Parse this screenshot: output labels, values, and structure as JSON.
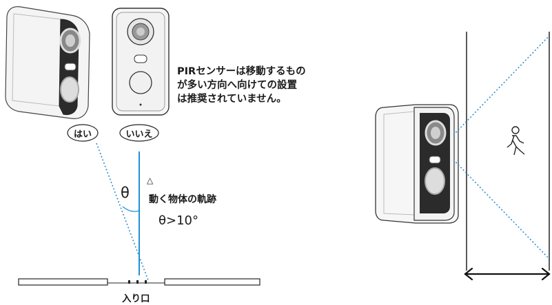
{
  "labels": {
    "yes": "はい",
    "no": "いいえ",
    "pir_note": [
      "PIRセンサーは移動するもの",
      "が多い方向へ向けての設置",
      "は推奨されていません。"
    ],
    "delta_mark": "△",
    "motion_trajectory": "動く物体の軌跡",
    "theta": "θ",
    "condition": "θ>10°",
    "entrance": "入り口"
  },
  "icons": {
    "camera_angled": "camera-angled-icon",
    "camera_front": "camera-front-icon",
    "camera_side": "camera-side-icon",
    "walking_person": "walking-person-icon",
    "double_arrow": "double-arrow-icon"
  },
  "colors": {
    "line": "#1a1a1a",
    "trajectory_line": "#1e90d6",
    "detection_dots": "#2d8fd0",
    "camera_body": "#f4f4f4",
    "camera_outline": "#3a3a3a"
  }
}
